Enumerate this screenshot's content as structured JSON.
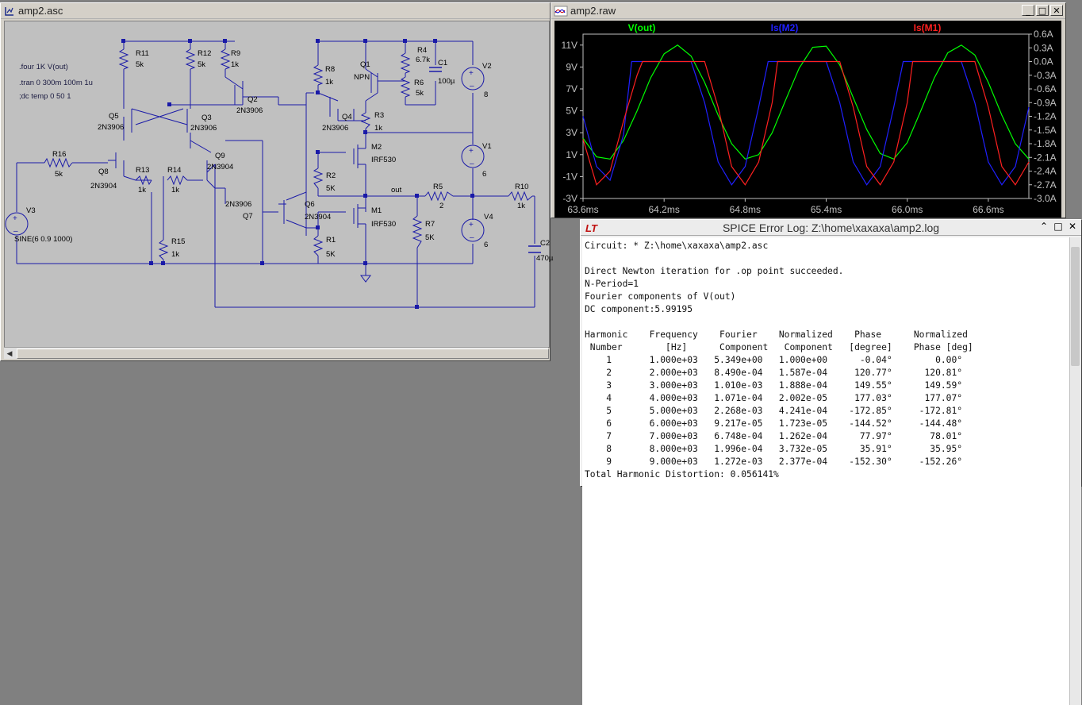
{
  "schematic_window": {
    "title": "amp2.asc",
    "directives": [
      ".four 1K V(out)",
      ".tran 0 300m 100m 1u",
      ";dc temp 0 50 1"
    ],
    "labels": {
      "r11": "R11",
      "r11_val": "5k",
      "r12": "R12",
      "r12_val": "5k",
      "r9": "R9",
      "r9_val": "1k",
      "r8": "R8",
      "r8_val": "1k",
      "q1": "Q1",
      "q1_type": "NPN",
      "r4": "R4",
      "r4_val": "6.7k",
      "c1": "C1",
      "c1_val": "100µ",
      "r6": "R6",
      "r6_val": "5k",
      "v2": "V2",
      "v2_val": "8",
      "q5": "Q5",
      "q5_type": "2N3906",
      "q3": "Q3",
      "q3_type": "2N3906",
      "q2": "Q2",
      "q2_type": "2N3906",
      "q4": "Q4",
      "q4_type": "2N3906",
      "r3": "R3",
      "r3_val": "1k",
      "m2": "M2",
      "m2_type": "IRF530",
      "v1": "V1",
      "v1_val": "6",
      "r16": "R16",
      "r16_val": "5k",
      "q8": "Q8",
      "q8_type": "2N3904",
      "r13": "R13",
      "r13_val": "1k",
      "r14": "R14",
      "r14_val": "1k",
      "q9": "Q9",
      "q9_type": "2N3904",
      "r2": "R2",
      "r2_val": "5K",
      "out": "out",
      "r5": "R5",
      "r5_val": "2",
      "r10": "R10",
      "r10_val": "1k",
      "v3": "V3",
      "v3_val": "SINE(6 0.9 1000)",
      "q6": "Q6",
      "q6_type1": "2N3906",
      "q6_type2": "2N3904",
      "q7": "Q7",
      "m1": "M1",
      "m1_type": "IRF530",
      "r7": "R7",
      "r7_val": "5K",
      "v4": "V4",
      "v4_val": "6",
      "r15": "R15",
      "r15_val": "1k",
      "r1": "R1",
      "r1_val": "5K",
      "c2": "C2",
      "c2_val": "470µ"
    }
  },
  "waveform_window": {
    "title": "amp2.raw",
    "colors": {
      "vout": "#00ff00",
      "ism2": "#2020ff",
      "ism1": "#ff2020",
      "axis": "#c0c0c0"
    },
    "chart_data": {
      "type": "line",
      "x_unit": "ms",
      "x_range": [
        63.6,
        66.9
      ],
      "x_ticks": [
        "63.6ms",
        "64.2ms",
        "64.8ms",
        "65.4ms",
        "66.0ms",
        "66.6ms"
      ],
      "x_tick_values": [
        63.6,
        64.2,
        64.8,
        65.4,
        66.0,
        66.6
      ],
      "y_left_range": [
        -3,
        12
      ],
      "y_left_ticks": [
        "11V",
        "9V",
        "7V",
        "5V",
        "3V",
        "1V",
        "-1V",
        "-3V"
      ],
      "y_left_tick_values": [
        11,
        9,
        7,
        5,
        3,
        1,
        -1,
        -3
      ],
      "y_right_range": [
        -3.0,
        0.6
      ],
      "y_right_ticks": [
        "0.6A",
        "0.3A",
        "0.0A",
        "-0.3A",
        "-0.6A",
        "-0.9A",
        "-1.2A",
        "-1.5A",
        "-1.8A",
        "-2.1A",
        "-2.4A",
        "-2.7A",
        "-3.0A"
      ],
      "y_right_tick_values": [
        0.6,
        0.3,
        0.0,
        -0.3,
        -0.6,
        -0.9,
        -1.2,
        -1.5,
        -1.8,
        -2.1,
        -2.4,
        -2.7,
        -3.0
      ],
      "series": [
        {
          "name": "V(out)",
          "axis": "left",
          "color": "#00ff00",
          "x": [
            63.6,
            63.7,
            63.8,
            63.9,
            64.0,
            64.1,
            64.2,
            64.3,
            64.4,
            64.5,
            64.6,
            64.7,
            64.8,
            64.9,
            65.0,
            65.1,
            65.2,
            65.3,
            65.4,
            65.5,
            65.6,
            65.7,
            65.8,
            65.9,
            66.0,
            66.1,
            66.2,
            66.3,
            66.4,
            66.5,
            66.6,
            66.7,
            66.8,
            66.9
          ],
          "y": [
            2.5,
            0.8,
            0.6,
            2.3,
            5.0,
            8.0,
            10.2,
            11.0,
            10.0,
            7.6,
            4.6,
            2.0,
            0.6,
            1.0,
            3.0,
            6.0,
            8.9,
            10.8,
            10.9,
            9.2,
            6.2,
            3.3,
            1.1,
            0.6,
            2.1,
            5.0,
            8.0,
            10.3,
            11.0,
            10.1,
            7.6,
            4.6,
            2.0,
            0.6
          ]
        },
        {
          "name": "Is(M2)",
          "axis": "right",
          "color": "#2020ff",
          "x": [
            63.6,
            63.7,
            63.8,
            63.9,
            63.96,
            64.0,
            64.4,
            64.5,
            64.6,
            64.7,
            64.8,
            64.9,
            64.97,
            65.0,
            65.4,
            65.5,
            65.6,
            65.7,
            65.8,
            65.9,
            65.97,
            66.0,
            66.4,
            66.5,
            66.6,
            66.7,
            66.8,
            66.9
          ],
          "y": [
            -1.2,
            -2.3,
            -2.6,
            -1.6,
            0.0,
            0.0,
            0.0,
            -0.9,
            -2.2,
            -2.7,
            -2.3,
            -1.0,
            0.0,
            0.0,
            0.0,
            -0.9,
            -2.2,
            -2.7,
            -2.3,
            -1.0,
            0.0,
            0.0,
            0.0,
            -0.9,
            -2.2,
            -2.7,
            -2.3,
            -1.0
          ]
        },
        {
          "name": "Is(M1)",
          "axis": "right",
          "color": "#ff2020",
          "x": [
            63.6,
            63.7,
            63.8,
            63.9,
            64.0,
            64.04,
            64.4,
            64.5,
            64.6,
            64.7,
            64.8,
            64.9,
            65.0,
            65.04,
            65.4,
            65.5,
            65.6,
            65.7,
            65.8,
            65.9,
            66.0,
            66.04,
            66.4,
            66.5,
            66.6,
            66.7,
            66.8,
            66.9
          ],
          "y": [
            -1.7,
            -2.7,
            -2.4,
            -1.3,
            -0.3,
            0.0,
            0.0,
            0.0,
            -1.0,
            -2.3,
            -2.7,
            -2.2,
            -0.9,
            0.0,
            0.0,
            0.0,
            -1.0,
            -2.3,
            -2.7,
            -2.2,
            -0.9,
            0.0,
            0.0,
            0.0,
            -1.0,
            -2.3,
            -2.7,
            -2.2
          ]
        }
      ]
    }
  },
  "log_window": {
    "title": "SPICE Error Log: Z:\\home\\xaxaxa\\amp2.log",
    "lines": [
      "Circuit: * Z:\\home\\xaxaxa\\amp2.asc",
      "",
      "Direct Newton iteration for .op point succeeded.",
      "N-Period=1",
      "Fourier components of V(out)",
      "DC component:5.99195",
      "",
      "Harmonic    Frequency    Fourier    Normalized    Phase      Normalized",
      " Number        [Hz]      Component   Component   [degree]    Phase [deg]",
      "    1       1.000e+03   5.349e+00   1.000e+00      -0.04°        0.00°",
      "    2       2.000e+03   8.490e-04   1.587e-04     120.77°      120.81°",
      "    3       3.000e+03   1.010e-03   1.888e-04     149.55°      149.59°",
      "    4       4.000e+03   1.071e-04   2.002e-05     177.03°      177.07°",
      "    5       5.000e+03   2.268e-03   4.241e-04    -172.85°     -172.81°",
      "    6       6.000e+03   9.217e-05   1.723e-05    -144.52°     -144.48°",
      "    7       7.000e+03   6.748e-04   1.262e-04      77.97°       78.01°",
      "    8       8.000e+03   1.996e-04   3.732e-05      35.91°       35.95°",
      "    9       9.000e+03   1.272e-03   2.377e-04    -152.30°     -152.26°",
      "Total Harmonic Distortion: 0.056141%"
    ]
  }
}
